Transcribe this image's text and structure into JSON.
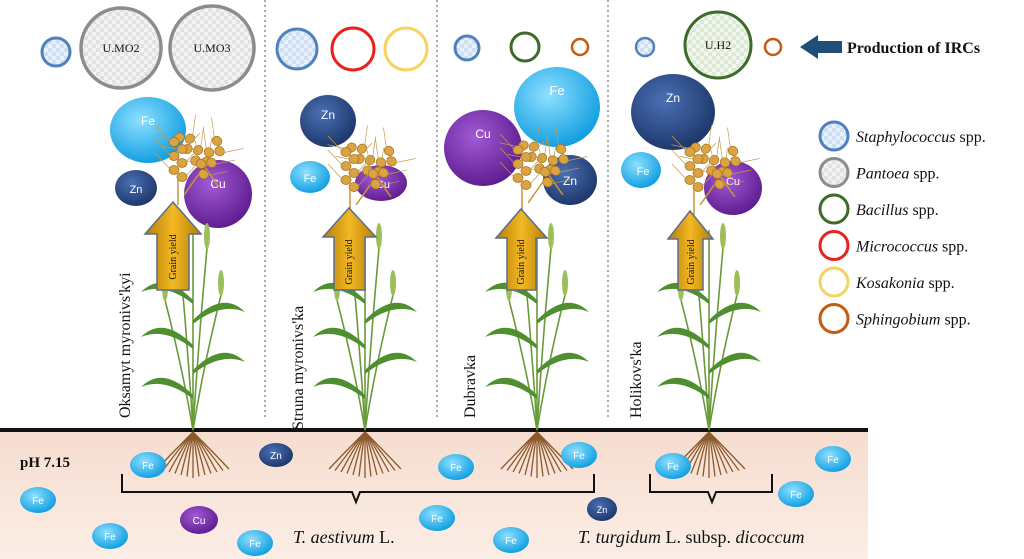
{
  "colors": {
    "staphylococcus": "#4f81bd",
    "pantoea": "#8c8c8c",
    "bacillus": "#3c6b2a",
    "micrococcus": "#e8231e",
    "kosakonia": "#f4d35e",
    "sphingobium": "#c55a11",
    "fe": "#29b6f0",
    "zn": "#2e4f8e",
    "cu": "#7b2fb0",
    "soil": "#f8e3d8",
    "arrow_gold": "#e0a10a",
    "ircs_arrow": "#1f4e79"
  },
  "irc_label": "Production of IRCs",
  "strain_labels": {
    "umo2": "U.MO2",
    "umo3": "U.MO3",
    "uh2": "U.H2"
  },
  "varieties": [
    "Oksamyt myronivs'kyi",
    "Struna myronivs'ka",
    "Dubravka",
    "Holikovs'ka"
  ],
  "grain_yield": "Grain yield",
  "metals": {
    "fe": "Fe",
    "zn": "Zn",
    "cu": "Cu"
  },
  "ph_label": "pH 7.15",
  "species": {
    "aestivum": {
      "genus": "T. aestivum",
      "author": " L."
    },
    "turgidum": {
      "genus": "T. turgidum",
      "mid": " L. subsp. ",
      "epithet": "dicoccum"
    }
  },
  "legend": [
    {
      "genus": "Staphylococcus",
      "suffix": " spp.",
      "color_key": "staphylococcus"
    },
    {
      "genus": "Pantoea",
      "suffix": " spp.",
      "color_key": "pantoea"
    },
    {
      "genus": "Bacillus",
      "suffix": " spp.",
      "color_key": "bacillus"
    },
    {
      "genus": "Micrococcus",
      "suffix": " spp.",
      "color_key": "micrococcus"
    },
    {
      "genus": "Kosakonia",
      "suffix": " spp.",
      "color_key": "kosakonia"
    },
    {
      "genus": "Sphingobium",
      "suffix": " spp.",
      "color_key": "sphingobium"
    }
  ]
}
